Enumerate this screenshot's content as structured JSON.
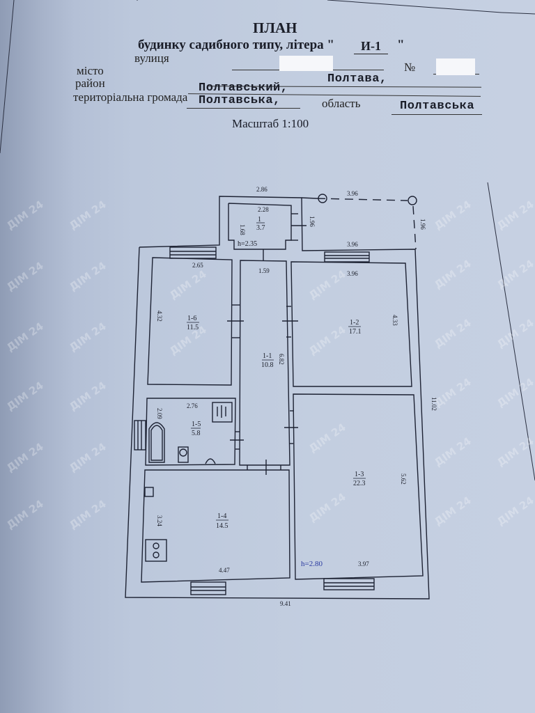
{
  "document": {
    "title": "ПЛАН",
    "subtitle": "будинку садибного типу, літера \"",
    "subtitle_close": "\"",
    "litera": "И-1",
    "fields": {
      "street_label": "вулиця",
      "street_value": "",
      "number_label": "№",
      "number_value": "",
      "city_label": "місто",
      "city_value": "Полтава,",
      "district_label": "район",
      "district_value": "Полтавський,",
      "community_label": "територіальна громада",
      "community_value": "Полтавська,",
      "region_label": "область",
      "region_value": "Полтавська"
    },
    "scale": "Масштаб 1:100"
  },
  "plan": {
    "overall": {
      "width_bottom": "9.41",
      "height_right": "11.02",
      "top_left_segment": "2.86",
      "porch_width_dashed": "3.96",
      "porch_depth_dashed": "1.96",
      "vestibule_side": "1.96"
    },
    "rooms": [
      {
        "id": "1",
        "area": "3.7",
        "width": "2.28",
        "depth": "1.68",
        "height_note": "h=2.35"
      },
      {
        "id": "1-1",
        "area": "10.8",
        "width": "1.59",
        "depth": "6.82"
      },
      {
        "id": "1-2",
        "area": "17.1",
        "width": "3.96",
        "depth": "4.33"
      },
      {
        "id": "1-3",
        "area": "22.3",
        "width": "3.97",
        "depth": "5.62",
        "height_note": "h=2.80"
      },
      {
        "id": "1-4",
        "area": "14.5",
        "width": "4.47",
        "depth": "3.24"
      },
      {
        "id": "1-5",
        "area": "5.8",
        "width": "2.76",
        "depth": "2.09"
      },
      {
        "id": "1-6",
        "area": "11.5",
        "width": "2.65",
        "depth": "4.32"
      }
    ],
    "exterior_top_right": "3.96"
  },
  "watermark": "ДІМ 24"
}
